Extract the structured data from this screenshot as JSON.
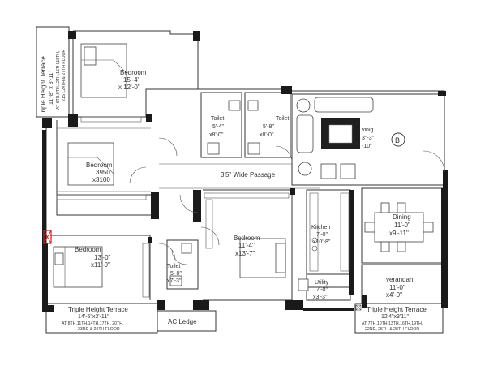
{
  "rooms": {
    "bedroom_top": {
      "name": "Bedroom",
      "dim1": "15'-4\"",
      "dim2": "x 12'-0\""
    },
    "bedroom_mid": {
      "name": "Bedroom",
      "dim1": "3950",
      "dim2": "x3100"
    },
    "bedroom_bottom": {
      "name": "Bedroom",
      "dim1": "13'-0\"",
      "dim2": "x11'-0\""
    },
    "bedroom_center": {
      "name": "Bedroom",
      "dim1": "11'-4\"",
      "dim2": "x13'-7\""
    },
    "toilet_1": {
      "name": "Toilet",
      "dim1": "5'-4\"",
      "dim2": "x8'-0\""
    },
    "toilet_2": {
      "name": "Toilet",
      "dim1": "5'-8\"",
      "dim2": "x8'-0\""
    },
    "toilet_3": {
      "name": "Toilet",
      "dim1": "5'-0\"",
      "dim2": "x7'-3\""
    },
    "living": {
      "name": "Living",
      "name_visible": "vinig",
      "dim1": "3\"-3\"",
      "dim2": "-10\""
    },
    "kitchen": {
      "name": "Kitchen",
      "dim1": "7'-0\"",
      "dim2": "x10'-8\""
    },
    "utility": {
      "name": "Utility",
      "dim1": "7'-0\"",
      "dim2": "x3'-3\""
    },
    "dining": {
      "name": "Dining",
      "dim1": "11'-0\"",
      "dim2": "x9'-11\""
    },
    "verandah": {
      "name": "verandah",
      "dim1": "11'-0\"",
      "dim2": "x4'-0\""
    },
    "passage": {
      "label": "3'5\" Wide Passage"
    },
    "ac_ledge": {
      "label": "AC Ledge"
    }
  },
  "terraces": {
    "left": {
      "title": "Triple Height Terrace",
      "dims": "11'-8\" x 3'-11\"",
      "floors_1": "AT 6TH,9TH,12TH,15TH,18TH,",
      "floors_2": "21ST,24TH & 27TH FLOOR"
    },
    "bottom_left": {
      "title": "Triple Height Terrace",
      "dims": "14'-5\"x3'-11\"",
      "floors_1": "AT 8TH,11TH,14TH,17TH, 20TH,",
      "floors_2": "23RD & 26TH FLOOR"
    },
    "bottom_right": {
      "title": "Triple Height Terrace",
      "dims": "12'4\"x3'11\"",
      "floors_1": "AT 7TH,10TH,13TH,16TH,19TH,",
      "floors_2": "22ND, 25TH & 28TH FLOOR"
    }
  },
  "unit_marker": "B",
  "colors": {
    "wall": "#1a1a1a",
    "line": "#333333",
    "rug": "#1f1f1f",
    "highlight": "#cc2222"
  }
}
